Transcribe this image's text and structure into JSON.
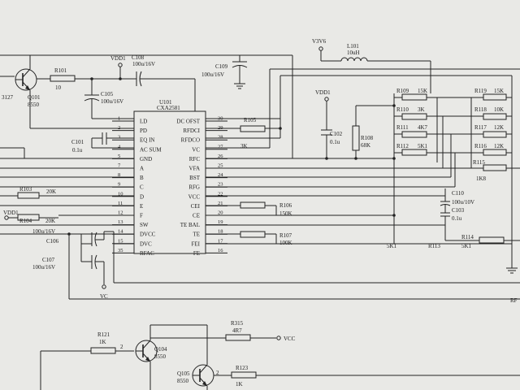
{
  "ic": {
    "ref": "U101",
    "part": "CXA2581",
    "left_pins": [
      {
        "num": "1",
        "name": "LD"
      },
      {
        "num": "2",
        "name": "PD"
      },
      {
        "num": "3",
        "name": "EQ_IN"
      },
      {
        "num": "4",
        "name": "AC_SUM"
      },
      {
        "num": "5",
        "name": "GND"
      },
      {
        "num": "7",
        "name": "A"
      },
      {
        "num": "8",
        "name": "B"
      },
      {
        "num": "9",
        "name": "C"
      },
      {
        "num": "10",
        "name": "D"
      },
      {
        "num": "11",
        "name": "E"
      },
      {
        "num": "12",
        "name": "F"
      },
      {
        "num": "13",
        "name": "SW"
      },
      {
        "num": "14",
        "name": "DVCC"
      },
      {
        "num": "15",
        "name": "DVC"
      },
      {
        "num": "35",
        "name": "RFAC"
      }
    ],
    "right_pins": [
      {
        "num": "30",
        "name": "DC_OFST"
      },
      {
        "num": "29",
        "name": "RFDCI"
      },
      {
        "num": "28",
        "name": "RFDCO"
      },
      {
        "num": "27",
        "name": "VC"
      },
      {
        "num": "26",
        "name": "RFC"
      },
      {
        "num": "25",
        "name": "VFA"
      },
      {
        "num": "24",
        "name": "BST"
      },
      {
        "num": "23",
        "name": "RFG"
      },
      {
        "num": "22",
        "name": "VCC"
      },
      {
        "num": "21",
        "name": "CEI"
      },
      {
        "num": "20",
        "name": "CE"
      },
      {
        "num": "19",
        "name": "TE_BAL"
      },
      {
        "num": "18",
        "name": "TE"
      },
      {
        "num": "17",
        "name": "FEI"
      },
      {
        "num": "16",
        "name": "FE"
      }
    ]
  },
  "labels": {
    "r101": "R101",
    "r101_val": "10",
    "q101": "Q101",
    "q101_type": "8550",
    "q101_pin": "3127",
    "vdd1_a": "VDD1",
    "c108": "C108",
    "c108_val": "100u/16V",
    "c105": "C105",
    "c105_val": "100u/16V",
    "c109": "C109",
    "c109_val": "100u/16V",
    "c101": "C101",
    "c101_val": "0.1u",
    "r105": "R105",
    "r105_val": "3K",
    "v3v6": "V3V6",
    "l101": "L101",
    "l101_val": "10uH",
    "vdd1_b": "VDD1",
    "c102": "C102",
    "c102_val": "0.1u",
    "r108": "R108",
    "r108_val": "68K",
    "r109": "R109",
    "r109_val": "15K",
    "r110": "R110",
    "r110_val": "3K",
    "r111": "R111",
    "r111_val": "4K7",
    "r112": "R112",
    "r112_val": "5K1",
    "r119": "R119",
    "r119_val": "15K",
    "r118": "R118",
    "r118_val": "10K",
    "r117": "R117",
    "r117_val": "12K",
    "r116": "R116",
    "r116_val": "12K",
    "r115": "R115",
    "r115_val": "1K8",
    "c110": "C110",
    "c110_val": "100u/10V",
    "c103": "C103",
    "c103_val": "0.1u",
    "r106": "R106",
    "r106_val": "150K",
    "r107": "R107",
    "r107_val": "100K",
    "r113": "R113",
    "r113_val": "5K1",
    "r114": "R114",
    "r114_val": "5K1",
    "r103": "R103",
    "r103_val": "20K",
    "r104": "R104",
    "r104_val": "20K",
    "vdd1_c": "VDD1",
    "c106": "C106",
    "c106_val": "100u/16V",
    "c107": "C107",
    "c107_val": "100u/16V",
    "vc": "VC",
    "rf": "RF",
    "r315": "R315",
    "r315_val": "4R7",
    "vcc": "VCC",
    "r121": "R121",
    "r121_val": "1K",
    "q104_pin": "2",
    "q104": "Q104",
    "q104_type": "8550",
    "q105": "Q105",
    "q105_type": "8550",
    "q105_pin": "2",
    "r123": "R123",
    "r123_val": "1K"
  }
}
